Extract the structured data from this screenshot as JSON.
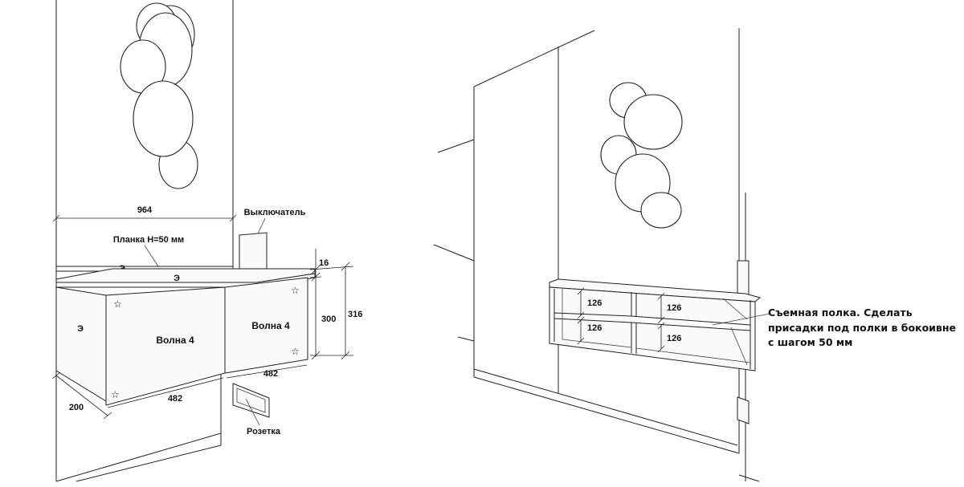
{
  "left_view": {
    "width_label": "964",
    "plank_label": "Планка Н=50 мм",
    "switch_label": "Выключатель",
    "plank_marker": "Э",
    "top_marker": "Э",
    "side_marker": "Э",
    "panel_left_label": "Волна 4",
    "panel_right_label": "Волна 4",
    "thickness_label": "16",
    "height_label": "300",
    "total_height_label": "316",
    "depth_label": "200",
    "bottom_width_label": "482",
    "right_width_label": "482",
    "socket_label": "Розетка",
    "star_symbol": "☆"
  },
  "right_view": {
    "shelf_labels": [
      "126",
      "126",
      "126",
      "126"
    ],
    "note_lines": [
      "Съемная полка. Сделать",
      "присадки под полки в бокоивне",
      "с шагом  50 мм"
    ]
  }
}
